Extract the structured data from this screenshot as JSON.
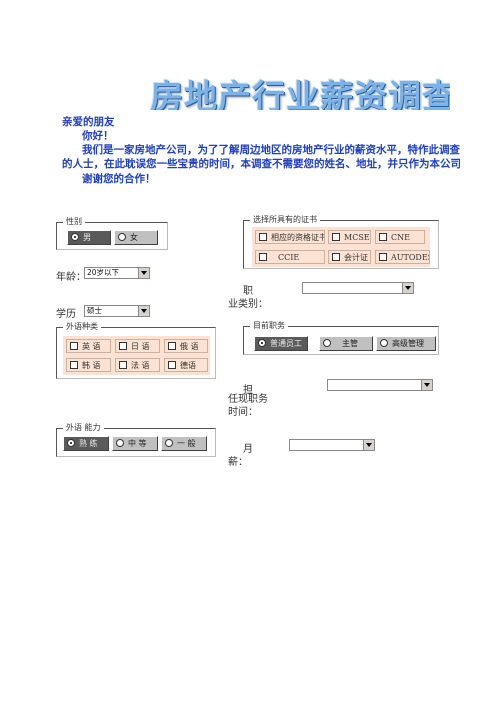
{
  "title": "房地产行业薪资调查",
  "intro": {
    "greeting": "亲爱的朋友",
    "hello": "你好！",
    "line1": "我们是一家房地产公司，为了了解周边地区的房地产行业的薪资水平，特作此调查",
    "line2": "的人士，在此耽误您一些宝贵的时间，本调查不需要您的姓名、地址，并只作为本公司",
    "thanks": "谢谢您的合作！"
  },
  "gender": {
    "legend": "性别",
    "options": [
      {
        "label": "男",
        "selected": true
      },
      {
        "label": "女",
        "selected": false
      }
    ]
  },
  "age": {
    "label": "年龄：",
    "value": "20岁以下"
  },
  "education": {
    "label": "学历",
    "value": "硕士"
  },
  "language_type": {
    "legend": "外语种类",
    "options": [
      "英 语",
      "日 语",
      "俄 语",
      "韩 语",
      "法 语",
      "德语"
    ]
  },
  "language_ability": {
    "legend": "外语 能力",
    "options": [
      {
        "label": "熟 练",
        "selected": true
      },
      {
        "label": "中 等",
        "selected": false
      },
      {
        "label": "一 般",
        "selected": false
      }
    ]
  },
  "certificates": {
    "legend": "选择所具有的证书",
    "options": [
      "相应的资格证书",
      "MCSE",
      "CNE",
      "CCIE",
      "会计证",
      "AUTODESK认证"
    ]
  },
  "job_type": {
    "label_char": "职",
    "label_rest": "业类别：",
    "value": ""
  },
  "position": {
    "legend": "目前职务",
    "options": [
      {
        "label": "普通员工",
        "selected": true
      },
      {
        "label": "主管",
        "selected": false
      },
      {
        "label": "高级管理",
        "selected": false
      }
    ]
  },
  "tenure": {
    "label_char": "担",
    "label_rest": "任现职务时间：",
    "value": ""
  },
  "salary": {
    "label_char": "月",
    "label_rest": "薪：",
    "value": ""
  }
}
